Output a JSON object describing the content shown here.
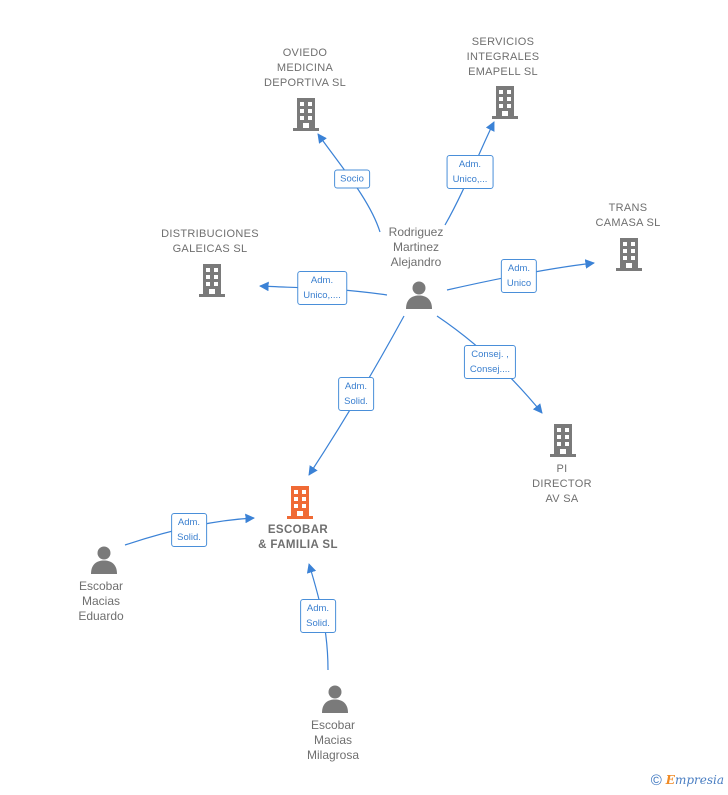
{
  "nodes": {
    "oviedo": {
      "label": "OVIEDO\nMEDICINA\nDEPORTIVA SL",
      "icon": "building-icon"
    },
    "servicios": {
      "label": "SERVICIOS\nINTEGRALES\nEMAPELL  SL",
      "icon": "building-icon"
    },
    "trans": {
      "label": "TRANS\nCAMASA  SL",
      "icon": "building-icon"
    },
    "distribuciones": {
      "label": "DISTRIBUCIONES\nGALEICAS  SL",
      "icon": "building-icon"
    },
    "rodriguez": {
      "label": "Rodriguez\nMartinez\nAlejandro",
      "icon": "person-icon"
    },
    "pi_director": {
      "label": "PI\nDIRECTOR\nAV SA",
      "icon": "building-icon"
    },
    "escobar_familia": {
      "label": "ESCOBAR\n& FAMILIA  SL",
      "icon": "building-icon-highlighted"
    },
    "eduardo": {
      "label": "Escobar\nMacias\nEduardo",
      "icon": "person-icon"
    },
    "milagrosa": {
      "label": "Escobar\nMacias\nMilagrosa",
      "icon": "person-icon"
    }
  },
  "edges": {
    "socio": "Socio",
    "adm_unico_servicios": "Adm.\nUnico,...",
    "adm_unico_distribuciones": "Adm.\nUnico,....",
    "adm_unico_trans": "Adm.\nUnico",
    "consej": "Consej. ,\nConsej....",
    "adm_solid_rodriguez": "Adm.\nSolid.",
    "adm_solid_eduardo": "Adm.\nSolid.",
    "adm_solid_milagrosa": "Adm.\nSolid."
  },
  "colors": {
    "edge": "#3b82d6",
    "building": "#7a7a7a",
    "building_highlight": "#f06a35",
    "person": "#7a7a7a"
  },
  "footer": {
    "copyright": "©",
    "brand_first": "E",
    "brand_rest": "mpresia"
  }
}
